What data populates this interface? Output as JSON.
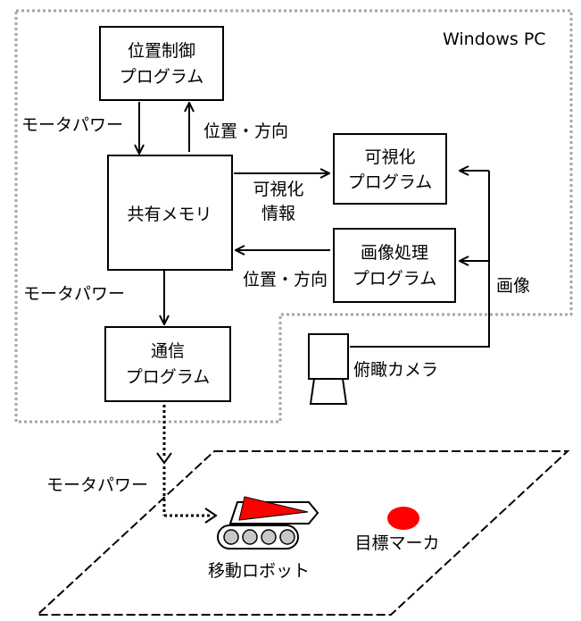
{
  "pc_region": {
    "label": "Windows PC"
  },
  "boxes": {
    "position_control": {
      "line1": "位置制御",
      "line2": "プログラム"
    },
    "shared_memory": {
      "line1": "共有メモリ"
    },
    "visualization": {
      "line1": "可視化",
      "line2": "プログラム"
    },
    "image_processing": {
      "line1": "画像処理",
      "line2": "プログラム"
    },
    "communication": {
      "line1": "通信",
      "line2": "プログラム"
    }
  },
  "edge_labels": {
    "motor_power_top": "モータパワー",
    "position_direction_top": "位置・方向",
    "visualization_info_line1": "可視化",
    "visualization_info_line2": "情報",
    "position_direction_mid": "位置・方向",
    "motor_power_mid": "モータパワー",
    "image": "画像",
    "motor_power_bottom": "モータパワー"
  },
  "camera": {
    "label": "俯瞰カメラ"
  },
  "field": {
    "robot_label": "移動ロボット",
    "marker_label": "目標マーカ",
    "marker_color": "#ff0000",
    "robot_flag_color": "#ff0000"
  }
}
